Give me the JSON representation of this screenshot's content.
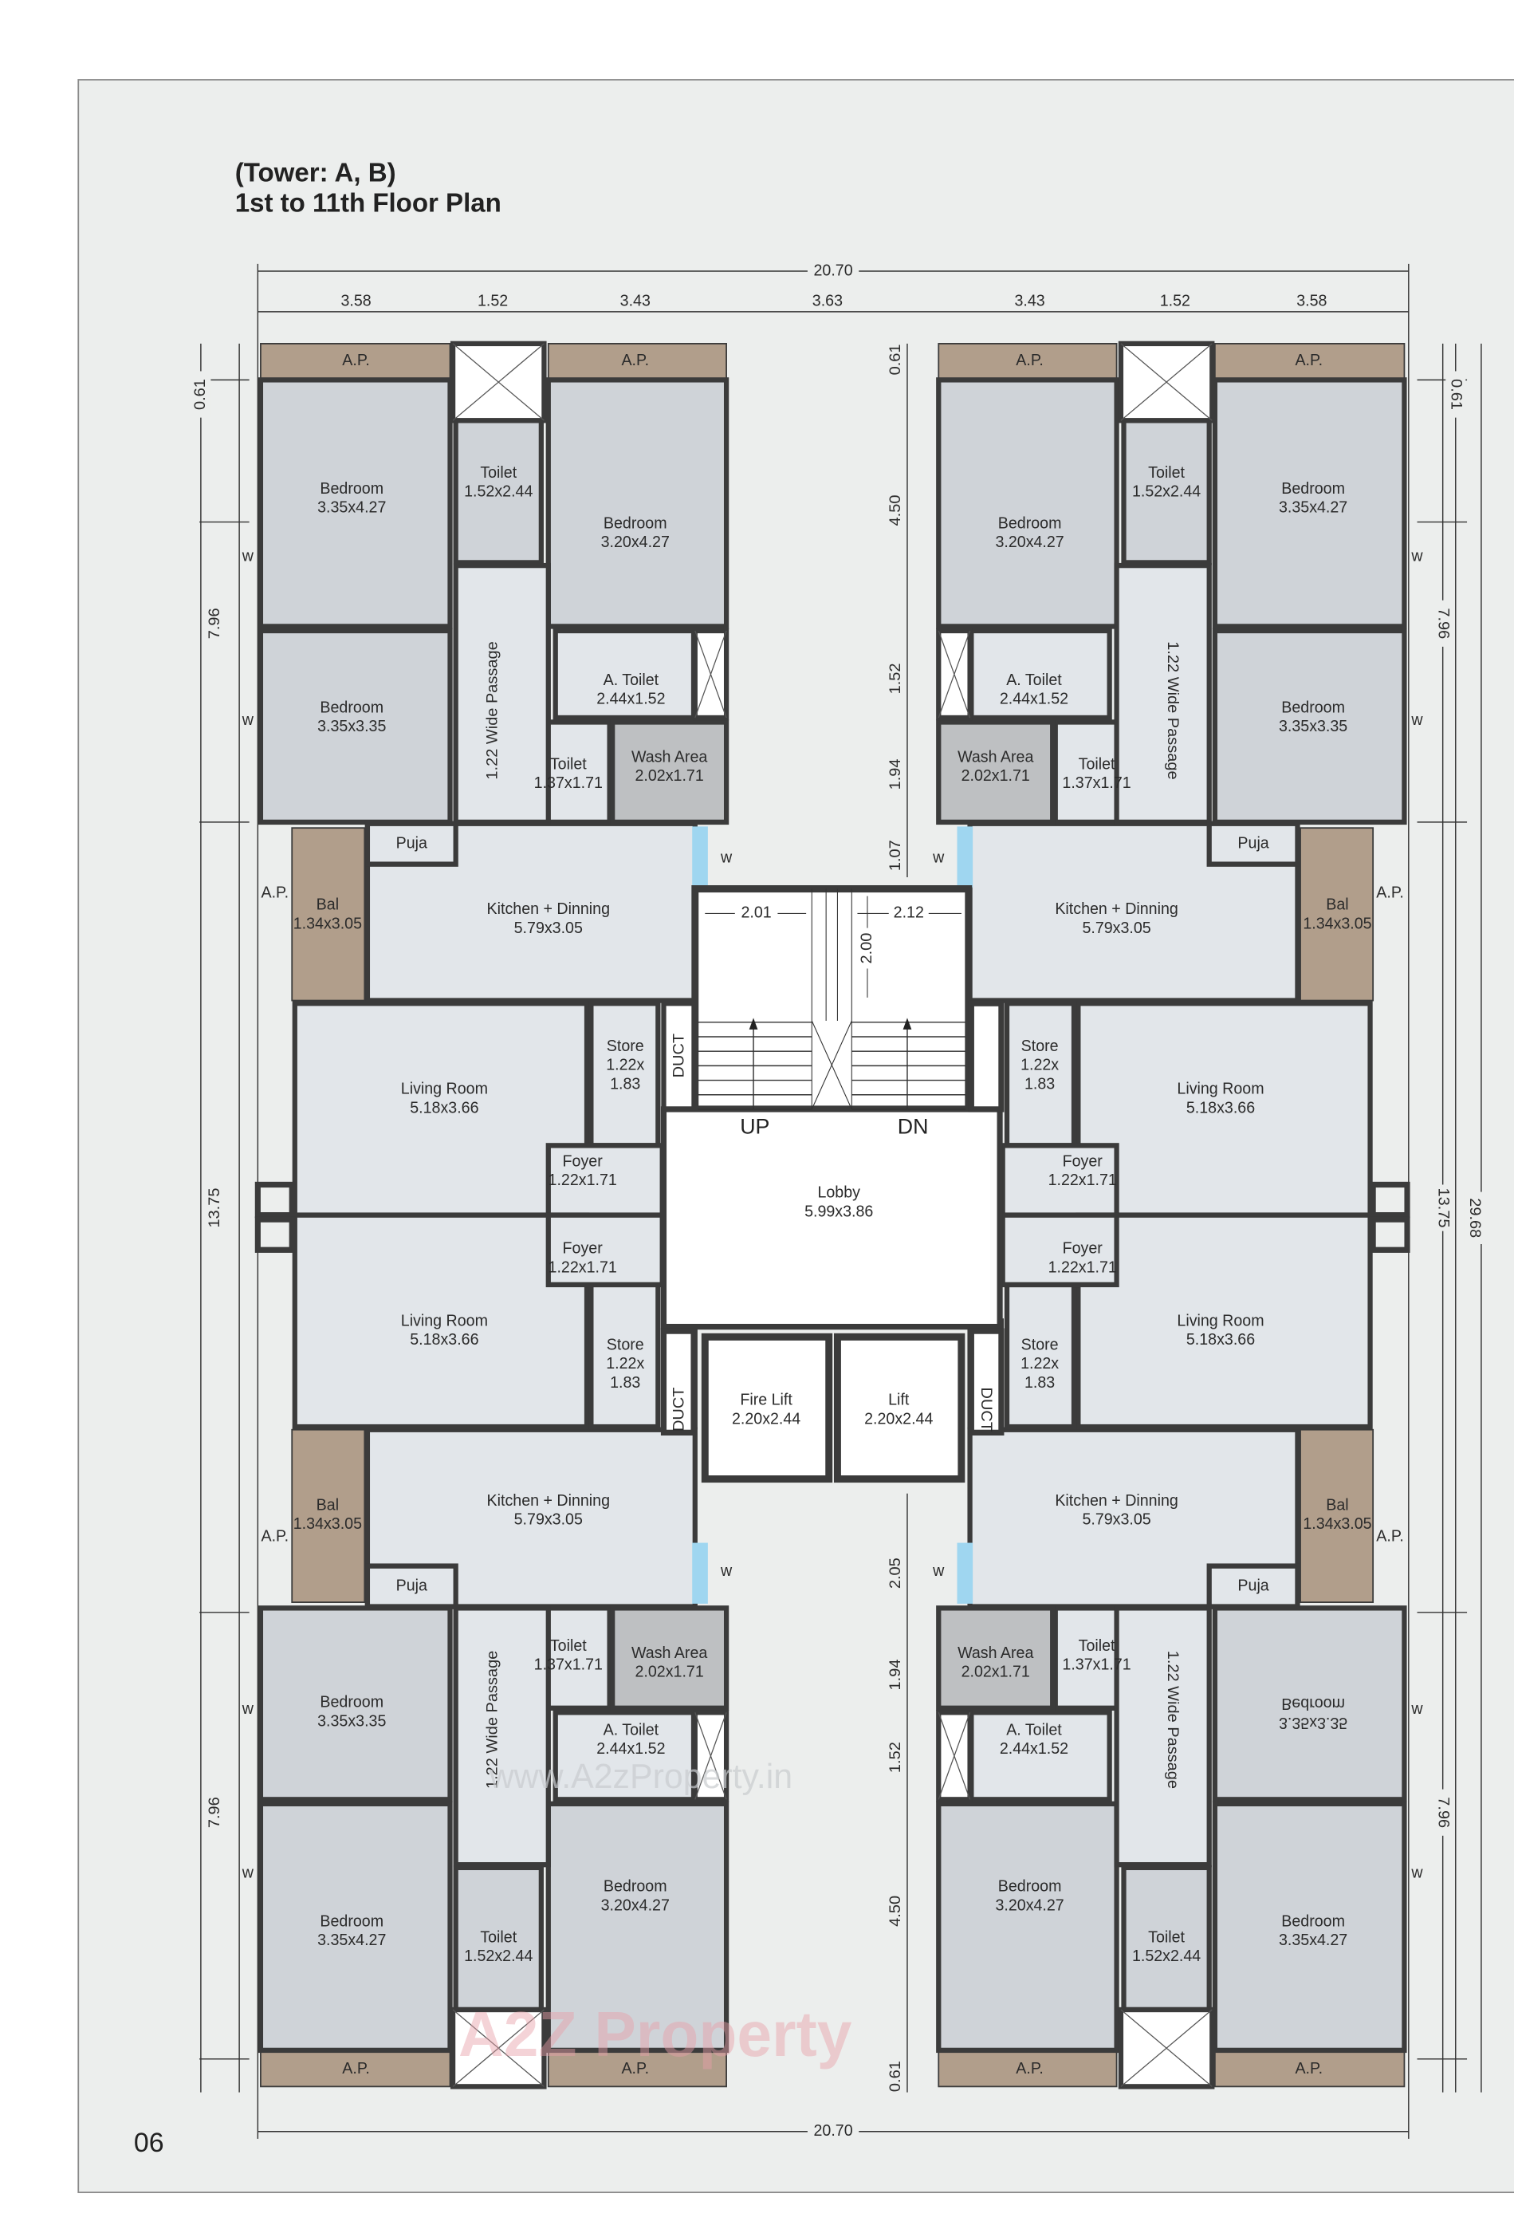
{
  "header": {
    "line1": "(Tower: A, B)",
    "line2": "1st to 11th Floor Plan"
  },
  "page_number": "06",
  "colors": {
    "sheet": "#eceeed",
    "wall": "#3b3b3b",
    "room": "#cfd3d8",
    "living": "#e2e6ea",
    "wet": "#bec0c2",
    "balcony": "#b19e8b",
    "window": "#9fd6f0",
    "core": "#ffffff"
  },
  "units": [
    {
      "rooms": [
        {
          "name": "A.P."
        },
        {
          "name": "A.P."
        },
        {
          "name": "Bedroom",
          "size": "3.35x4.27"
        },
        {
          "name": "Toilet",
          "size": "1.52x2.44"
        },
        {
          "name": "Bedroom",
          "size": "3.20x4.27"
        },
        {
          "name": "Bedroom",
          "size": "3.35x3.35"
        },
        {
          "name": "A. Toilet",
          "size": "2.44x1.52"
        },
        {
          "name": "Toilet",
          "size": "1.37x1.71"
        },
        {
          "name": "Wash Area",
          "size": "2.02x1.71"
        },
        {
          "name": "1.22 Wide Passage"
        },
        {
          "name": "Puja"
        },
        {
          "name": "Bal",
          "size": "1.34x3.05"
        },
        {
          "name": "A.P."
        },
        {
          "name": "Kitchen + Dinning",
          "size": "5.79x3.05"
        },
        {
          "name": "Living Room",
          "size": "5.18x3.66"
        },
        {
          "name": "Store",
          "size": "1.22x",
          "size2": "1.83"
        },
        {
          "name": "DUCT"
        },
        {
          "name": "Foyer",
          "size": "1.22x1.71"
        }
      ]
    },
    {
      "rooms": [
        {
          "name": "A.P."
        },
        {
          "name": "A.P."
        },
        {
          "name": "Bedroom",
          "size": "3.35x4.27"
        },
        {
          "name": "Toilet",
          "size": "1.52x2.44"
        },
        {
          "name": "Bedroom",
          "size": "3.20x4.27"
        },
        {
          "name": "Bedroom",
          "size": "3.35x3.35"
        },
        {
          "name": "A. Toilet",
          "size": "2.44x1.52"
        },
        {
          "name": "Toilet",
          "size": "1.37x1.71"
        },
        {
          "name": "Wash Area",
          "size": "2.02x1.71"
        },
        {
          "name": "1.22 Wide Passage"
        },
        {
          "name": "Puja"
        },
        {
          "name": "Bal",
          "size": "1.34x3.05"
        },
        {
          "name": "A.P."
        },
        {
          "name": "Kitchen + Dinning",
          "size": "5.79x3.05"
        },
        {
          "name": "Living Room",
          "size": "5.18x3.66"
        },
        {
          "name": "Store",
          "size": "1.22x",
          "size2": "1.83"
        },
        {
          "name": "DUCT"
        },
        {
          "name": "Foyer",
          "size": "1.22x1.71"
        }
      ]
    },
    {
      "rooms": [
        {
          "name": "A.P."
        },
        {
          "name": "A.P."
        },
        {
          "name": "Bedroom",
          "size": "3.35x4.27"
        },
        {
          "name": "Toilet",
          "size": "1.52x2.44"
        },
        {
          "name": "Bedroom",
          "size": "3.20x4.27"
        },
        {
          "name": "Bedroom",
          "size": "3.35x3.35"
        },
        {
          "name": "A. Toilet",
          "size": "2.44x1.52"
        },
        {
          "name": "Toilet",
          "size": "1.37x1.71"
        },
        {
          "name": "Wash Area",
          "size": "2.02x1.71"
        },
        {
          "name": "1.22 Wide Passage"
        },
        {
          "name": "Puja"
        },
        {
          "name": "Bal",
          "size": "1.34x3.05"
        },
        {
          "name": "A.P."
        },
        {
          "name": "Kitchen + Dinning",
          "size": "5.79x3.05"
        },
        {
          "name": "Living Room",
          "size": "5.18x3.66"
        },
        {
          "name": "Store",
          "size": "1.22x",
          "size2": "1.83"
        },
        {
          "name": "DUCT"
        },
        {
          "name": "Foyer",
          "size": "1.22x1.71"
        }
      ]
    },
    {
      "rooms": [
        {
          "name": "A.P."
        },
        {
          "name": "A.P."
        },
        {
          "name": "Bedroom",
          "size": "3.35x4.27"
        },
        {
          "name": "Toilet",
          "size": "1.52x2.44"
        },
        {
          "name": "Bedroom",
          "size": "3.20x4.27"
        },
        {
          "name": "Bedroom",
          "size": "3.35x3.35",
          "mirrored_text": true
        },
        {
          "name": "A. Toilet",
          "size": "2.44x1.52"
        },
        {
          "name": "Toilet",
          "size": "1.37x1.71"
        },
        {
          "name": "Wash Area",
          "size": "2.02x1.71"
        },
        {
          "name": "1.22 Wide Passage"
        },
        {
          "name": "Puja"
        },
        {
          "name": "Bal",
          "size": "1.34x3.05"
        },
        {
          "name": "A.P."
        },
        {
          "name": "Kitchen + Dinning",
          "size": "5.79x3.05"
        },
        {
          "name": "Living Room",
          "size": "5.18x3.66"
        },
        {
          "name": "Store",
          "size": "1.22x",
          "size2": "1.83"
        },
        {
          "name": "DUCT"
        },
        {
          "name": "Foyer",
          "size": "1.22x1.71"
        }
      ]
    }
  ],
  "core": {
    "stair_dims": [
      "2.01",
      "2.12",
      "2.00"
    ],
    "up": "UP",
    "dn": "DN",
    "lobby": {
      "name": "Lobby",
      "size": "5.99x3.86"
    },
    "fire_lift": {
      "name": "Fire Lift",
      "size": "2.20x2.44"
    },
    "lift": {
      "name": "Lift",
      "size": "2.20x2.44"
    },
    "duct": "DUCT"
  },
  "dimensions": {
    "overall_width": "20.70",
    "top_segments": [
      "3.58",
      "1.52",
      "3.43",
      "3.63",
      "3.43",
      "1.52",
      "3.58"
    ],
    "left": [
      "0.61",
      "7.96",
      "13.75",
      "7.96"
    ],
    "right": [
      "0.61",
      "7.96",
      "13.75",
      "7.96"
    ],
    "overall_height": "29.68",
    "center": [
      "0.61",
      "4.50",
      "1.52",
      "1.94",
      "1.07",
      "2.05",
      "1.94",
      "1.52",
      "4.50",
      "0.61"
    ]
  },
  "window_label": "w",
  "watermark": "www.A2zProperty.in",
  "logo": "A2Z Property"
}
